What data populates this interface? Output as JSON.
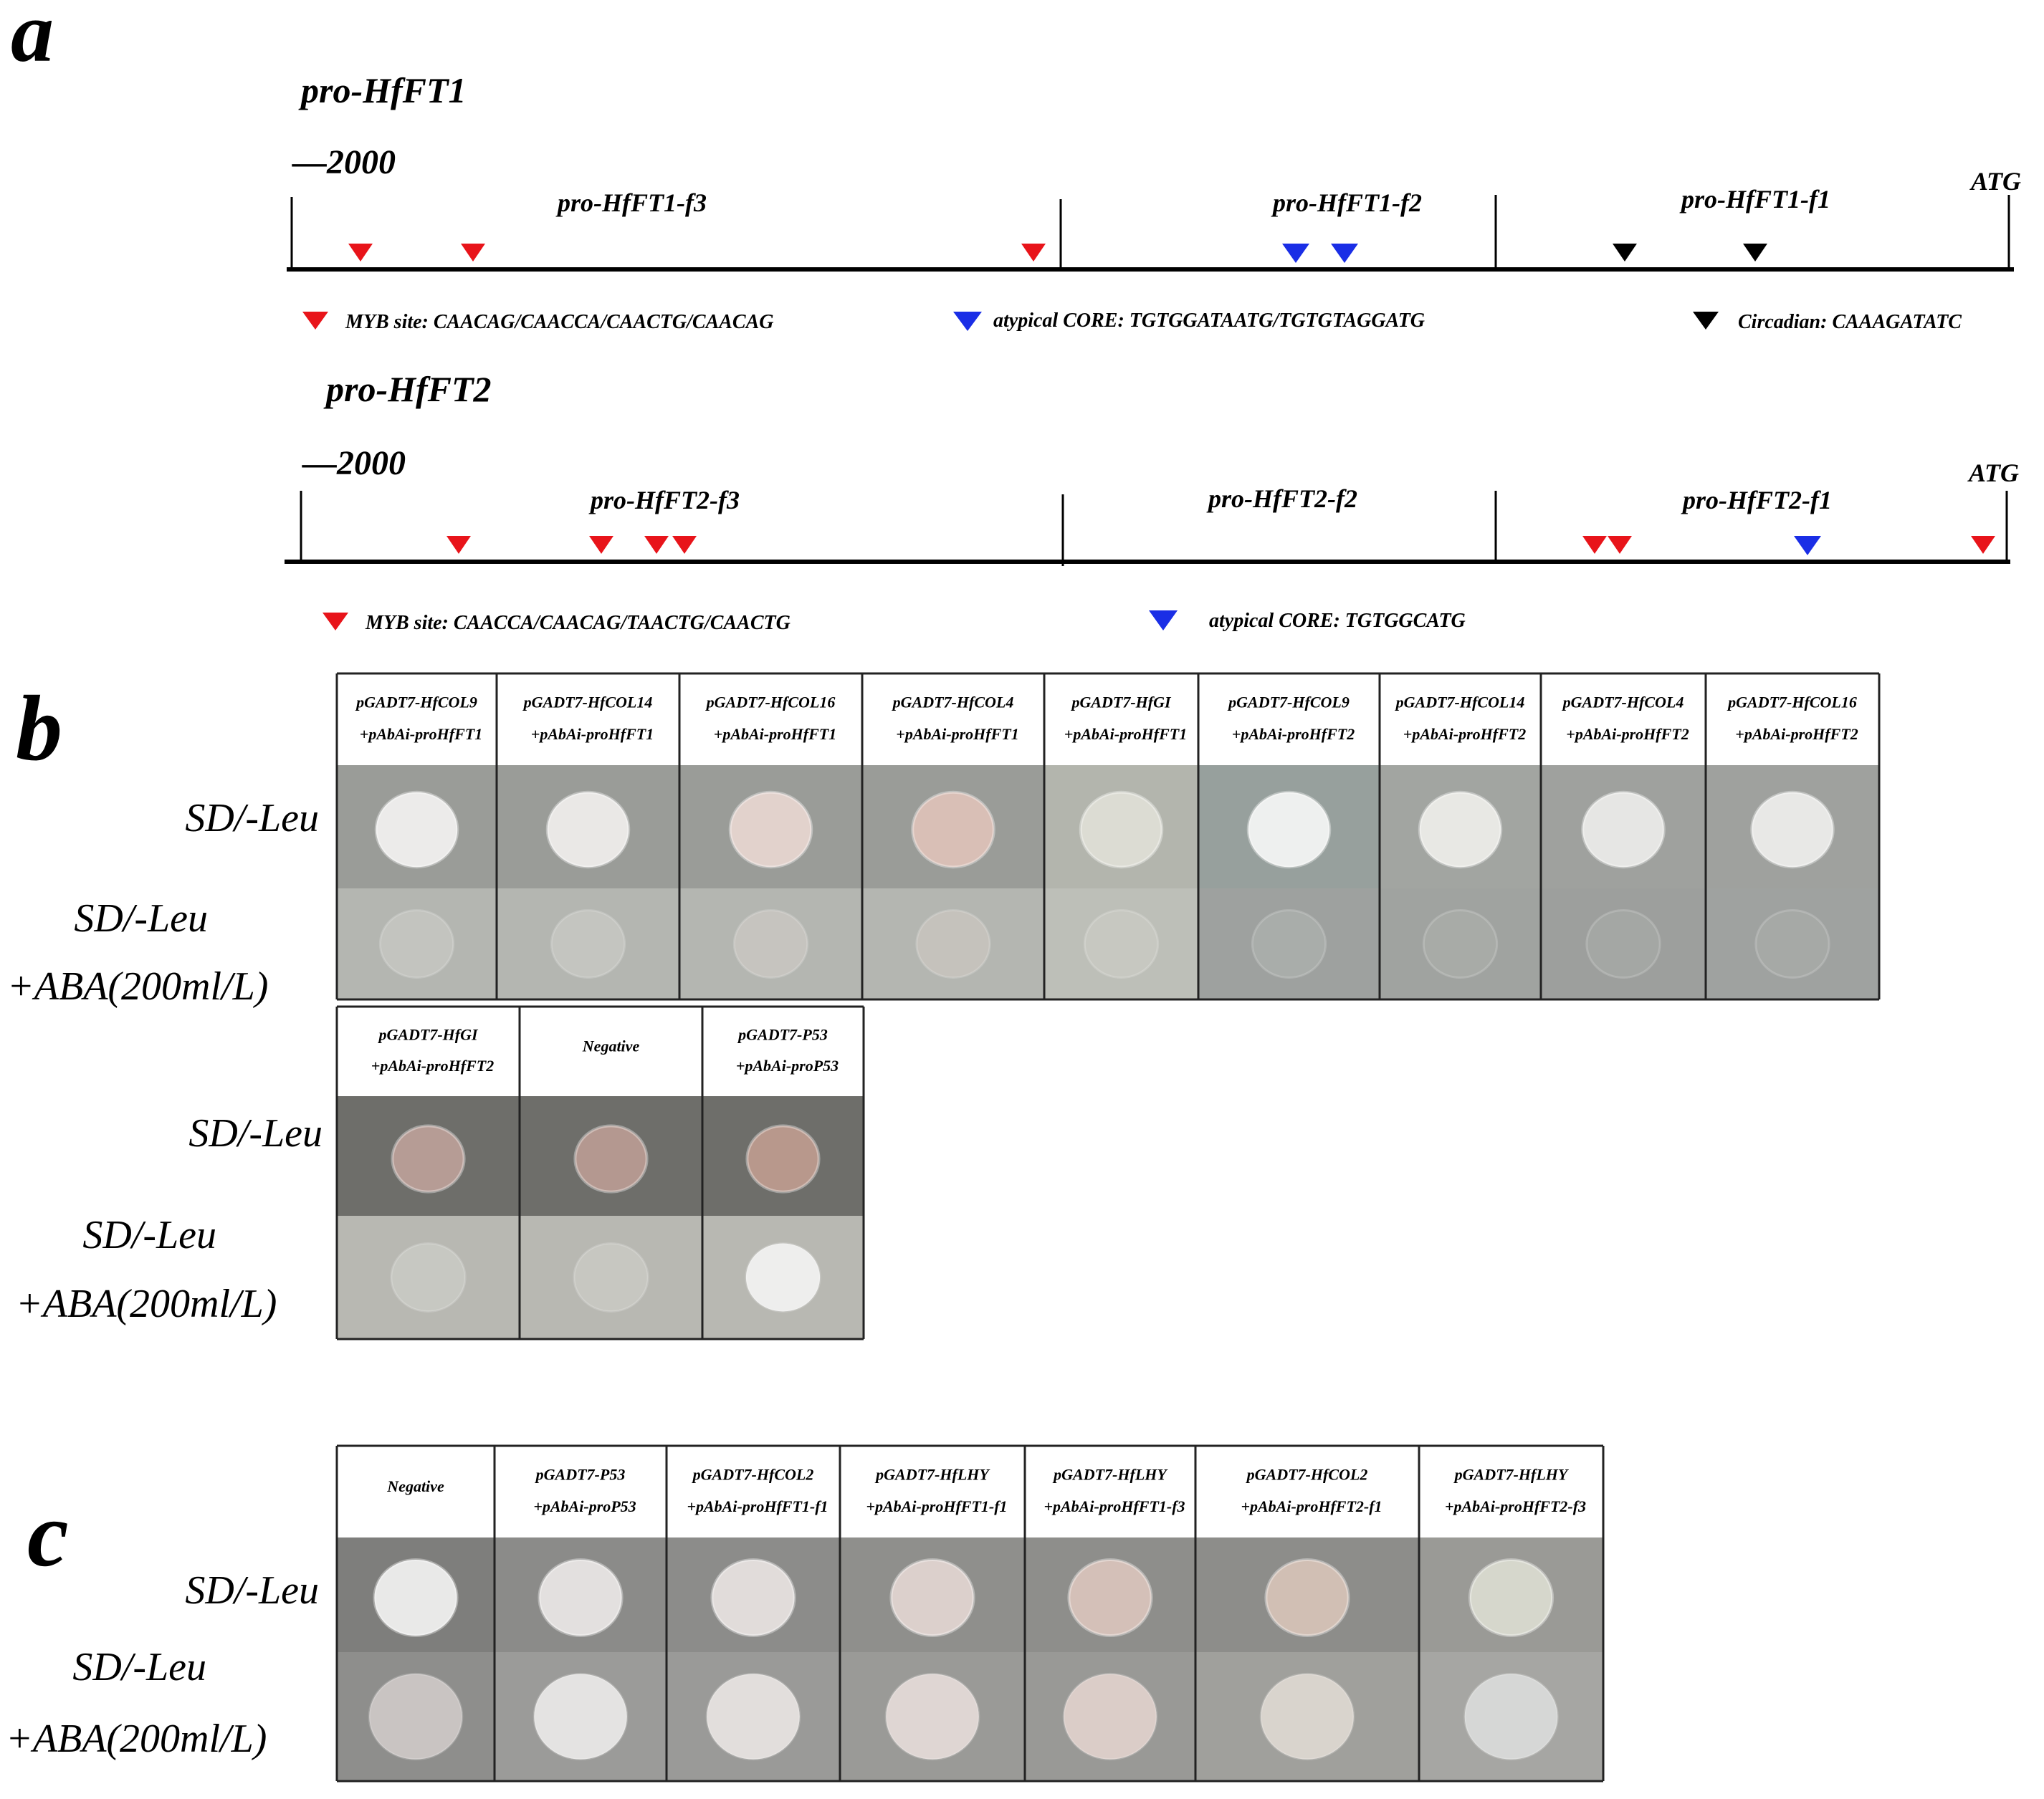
{
  "panel_a": {
    "letter": "a",
    "rows": [
      {
        "promoter": "pro-HfFT1",
        "start_label": "—2000",
        "end_label": "ATG",
        "fragments": [
          "pro-HfFT1-f3",
          "pro-HfFT1-f2",
          "pro-HfFT1-f1"
        ],
        "sites": [
          {
            "type": "MYB",
            "color": "#e8141a"
          },
          {
            "type": "MYB",
            "color": "#e8141a"
          },
          {
            "type": "MYB",
            "color": "#e8141a"
          },
          {
            "type": "CORE",
            "color": "#1a2ee6"
          },
          {
            "type": "CORE",
            "color": "#1a2ee6"
          },
          {
            "type": "Circadian",
            "color": "#000000"
          },
          {
            "type": "Circadian",
            "color": "#000000"
          }
        ],
        "legend": [
          {
            "color": "#e8141a",
            "text": "MYB site: CAACAG/CAACCA/CAACTG/CAACAG"
          },
          {
            "color": "#1a2ee6",
            "text": "atypical CORE: TGTGGATAATG/TGTGTAGGATG"
          },
          {
            "color": "#000000",
            "text": "Circadian: CAAAGATATC"
          }
        ]
      },
      {
        "promoter": "pro-HfFT2",
        "start_label": "—2000",
        "end_label": "ATG",
        "fragments": [
          "pro-HfFT2-f3",
          "pro-HfFT2-f2",
          "pro-HfFT2-f1"
        ],
        "sites": [
          {
            "type": "MYB",
            "color": "#e8141a"
          },
          {
            "type": "MYB",
            "color": "#e8141a"
          },
          {
            "type": "MYB",
            "color": "#e8141a"
          },
          {
            "type": "MYB",
            "color": "#e8141a"
          },
          {
            "type": "MYB",
            "color": "#e8141a"
          },
          {
            "type": "MYB",
            "color": "#e8141a"
          },
          {
            "type": "CORE",
            "color": "#1a2ee6"
          },
          {
            "type": "MYB",
            "color": "#e8141a"
          }
        ],
        "legend": [
          {
            "color": "#e8141a",
            "text": "MYB site: CAACCA/CAACAG/TAACTG/CAACTG"
          },
          {
            "color": "#1a2ee6",
            "text": "atypical CORE: TGTGGCATG"
          }
        ]
      }
    ]
  },
  "panel_b": {
    "letter": "b",
    "row_label_1": "SD/-Leu",
    "row_label_2a": "SD/-Leu",
    "row_label_2b": "+ABA(200ml/L)",
    "block1": [
      {
        "l1": "pGADT7-HfCOL9",
        "l2": "+pAbAi-proHfFT1",
        "top_colony": "#ecebea",
        "bottom_colony": "#c3c4bf"
      },
      {
        "l1": "pGADT7-HfCOL14",
        "l2": "+pAbAi-proHfFT1",
        "top_colony": "#eae8e6",
        "bottom_colony": "#c4c5c0"
      },
      {
        "l1": "pGADT7-HfCOL16",
        "l2": "+pAbAi-proHfFT1",
        "top_colony": "#e2d2cc",
        "bottom_colony": "#c6c4bf"
      },
      {
        "l1": "pGADT7-HfCOL4",
        "l2": "+pAbAi-proHfFT1",
        "top_colony": "#d9bfb6",
        "bottom_colony": "#c5c2bc"
      },
      {
        "l1": "pGADT7-HfGI",
        "l2": "+pAbAi-proHfFT1",
        "top_colony": "#dcdcd3",
        "bottom_colony": "#c7c8c1"
      },
      {
        "l1": "pGADT7-HfCOL9",
        "l2": "+pAbAi-proHfFT2",
        "top_colony": "#eef0ef",
        "bottom_colony": "#a9adaa"
      },
      {
        "l1": "pGADT7-HfCOL14",
        "l2": "+pAbAi-proHfFT2",
        "top_colony": "#e8e8e4",
        "bottom_colony": "#a8aba7"
      },
      {
        "l1": "pGADT7-HfCOL4",
        "l2": "+pAbAi-proHfFT2",
        "top_colony": "#e6e6e4",
        "bottom_colony": "#a4a7a4"
      },
      {
        "l1": "pGADT7-HfCOL16",
        "l2": "+pAbAi-proHfFT2",
        "top_colony": "#e8e8e6",
        "bottom_colony": "#a6a9a6"
      }
    ],
    "block2": [
      {
        "l1": "pGADT7-HfGI",
        "l2": "+pAbAi-proHfFT2",
        "top_colony": "#b69c95",
        "bottom_colony": "#c7c8c2"
      },
      {
        "l1": "Negative",
        "l2": "",
        "top_colony": "#b49890",
        "bottom_colony": "#c7c7c1"
      },
      {
        "l1": "pGADT7-P53",
        "l2": "+pAbAi-proP53",
        "top_colony": "#b8988c",
        "bottom_colony": "#eeeeed"
      }
    ]
  },
  "panel_c": {
    "letter": "c",
    "row_label_1": "SD/-Leu",
    "row_label_2a": "SD/-Leu",
    "row_label_2b": "+ABA(200ml/L)",
    "cells": [
      {
        "l1": "Negative",
        "l2": "",
        "top_colony": "#e9e9e8",
        "bottom_colony": "#c9c4c2"
      },
      {
        "l1": "pGADT7-P53",
        "l2": "+pAbAi-proP53",
        "top_colony": "#e3e0df",
        "bottom_colony": "#e4e3e2"
      },
      {
        "l1": "pGADT7-HfCOL2",
        "l2": "+pAbAi-proHfFT1-f1",
        "top_colony": "#e1dcda",
        "bottom_colony": "#e2dedc"
      },
      {
        "l1": "pGADT7-HfLHY",
        "l2": "+pAbAi-proHfFT1-f1",
        "top_colony": "#dcd0cc",
        "bottom_colony": "#dfd6d3"
      },
      {
        "l1": "pGADT7-HfLHY",
        "l2": "+pAbAi-proHfFT1-f3",
        "top_colony": "#d4c0b8",
        "bottom_colony": "#dbcdc8"
      },
      {
        "l1": "pGADT7-HfCOL2",
        "l2": "+pAbAi-proHfFT2-f1",
        "top_colony": "#d1bfb4",
        "bottom_colony": "#d9d4cd"
      },
      {
        "l1": "pGADT7-HfLHY",
        "l2": "+pAbAi-proHfFT2-f3",
        "top_colony": "#d6d7cc",
        "bottom_colony": "#d6d7d6"
      }
    ]
  },
  "colors": {
    "red_site": "#e8141a",
    "blue_site": "#1a2ee6",
    "black_site": "#000000"
  }
}
